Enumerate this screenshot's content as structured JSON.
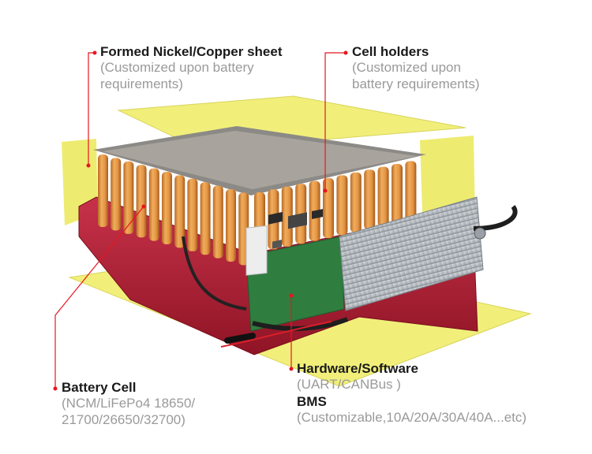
{
  "callouts": {
    "nickel": {
      "title": "Formed Nickel/Copper sheet",
      "sub": [
        "(Customized upon battery",
        "requirements)"
      ]
    },
    "holders": {
      "title": "Cell holders",
      "sub": [
        "(Customized upon",
        "battery requirements)"
      ]
    },
    "cell": {
      "title": "Battery Cell",
      "sub": [
        "(NCM/LiFePo4 18650/",
        "21700/26650/32700)"
      ]
    },
    "bms": {
      "title": "Hardware/Software",
      "sub1": "(UART/CANBus )",
      "title2": "BMS",
      "sub2": "(Customizable,10A/20A/30A/40A...etc)"
    }
  },
  "colors": {
    "accent": "#e8151f",
    "insulation_sheet": "#f1ef7a",
    "pvc_wrap": "#b52335",
    "cell_orange": "#e39a48",
    "heatsink": "#c7cbcf",
    "pcb": "#2f7d3f"
  }
}
